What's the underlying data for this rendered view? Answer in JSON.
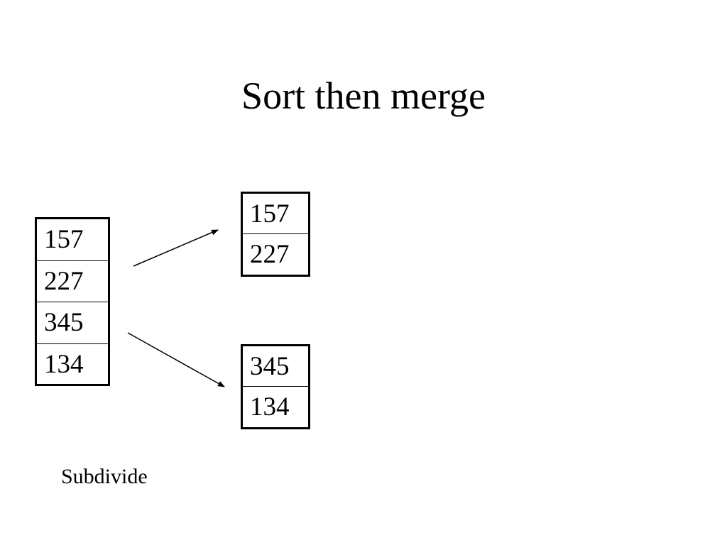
{
  "slide": {
    "title": "Sort then merge",
    "caption": "Subdivide"
  },
  "original_list": {
    "values": [
      "157",
      "227",
      "345",
      "134"
    ]
  },
  "sublists": [
    {
      "values": [
        "157",
        "227"
      ]
    },
    {
      "values": [
        "345",
        "134"
      ]
    }
  ],
  "colors": {
    "background": "#ffffff",
    "ink": "#000000"
  }
}
